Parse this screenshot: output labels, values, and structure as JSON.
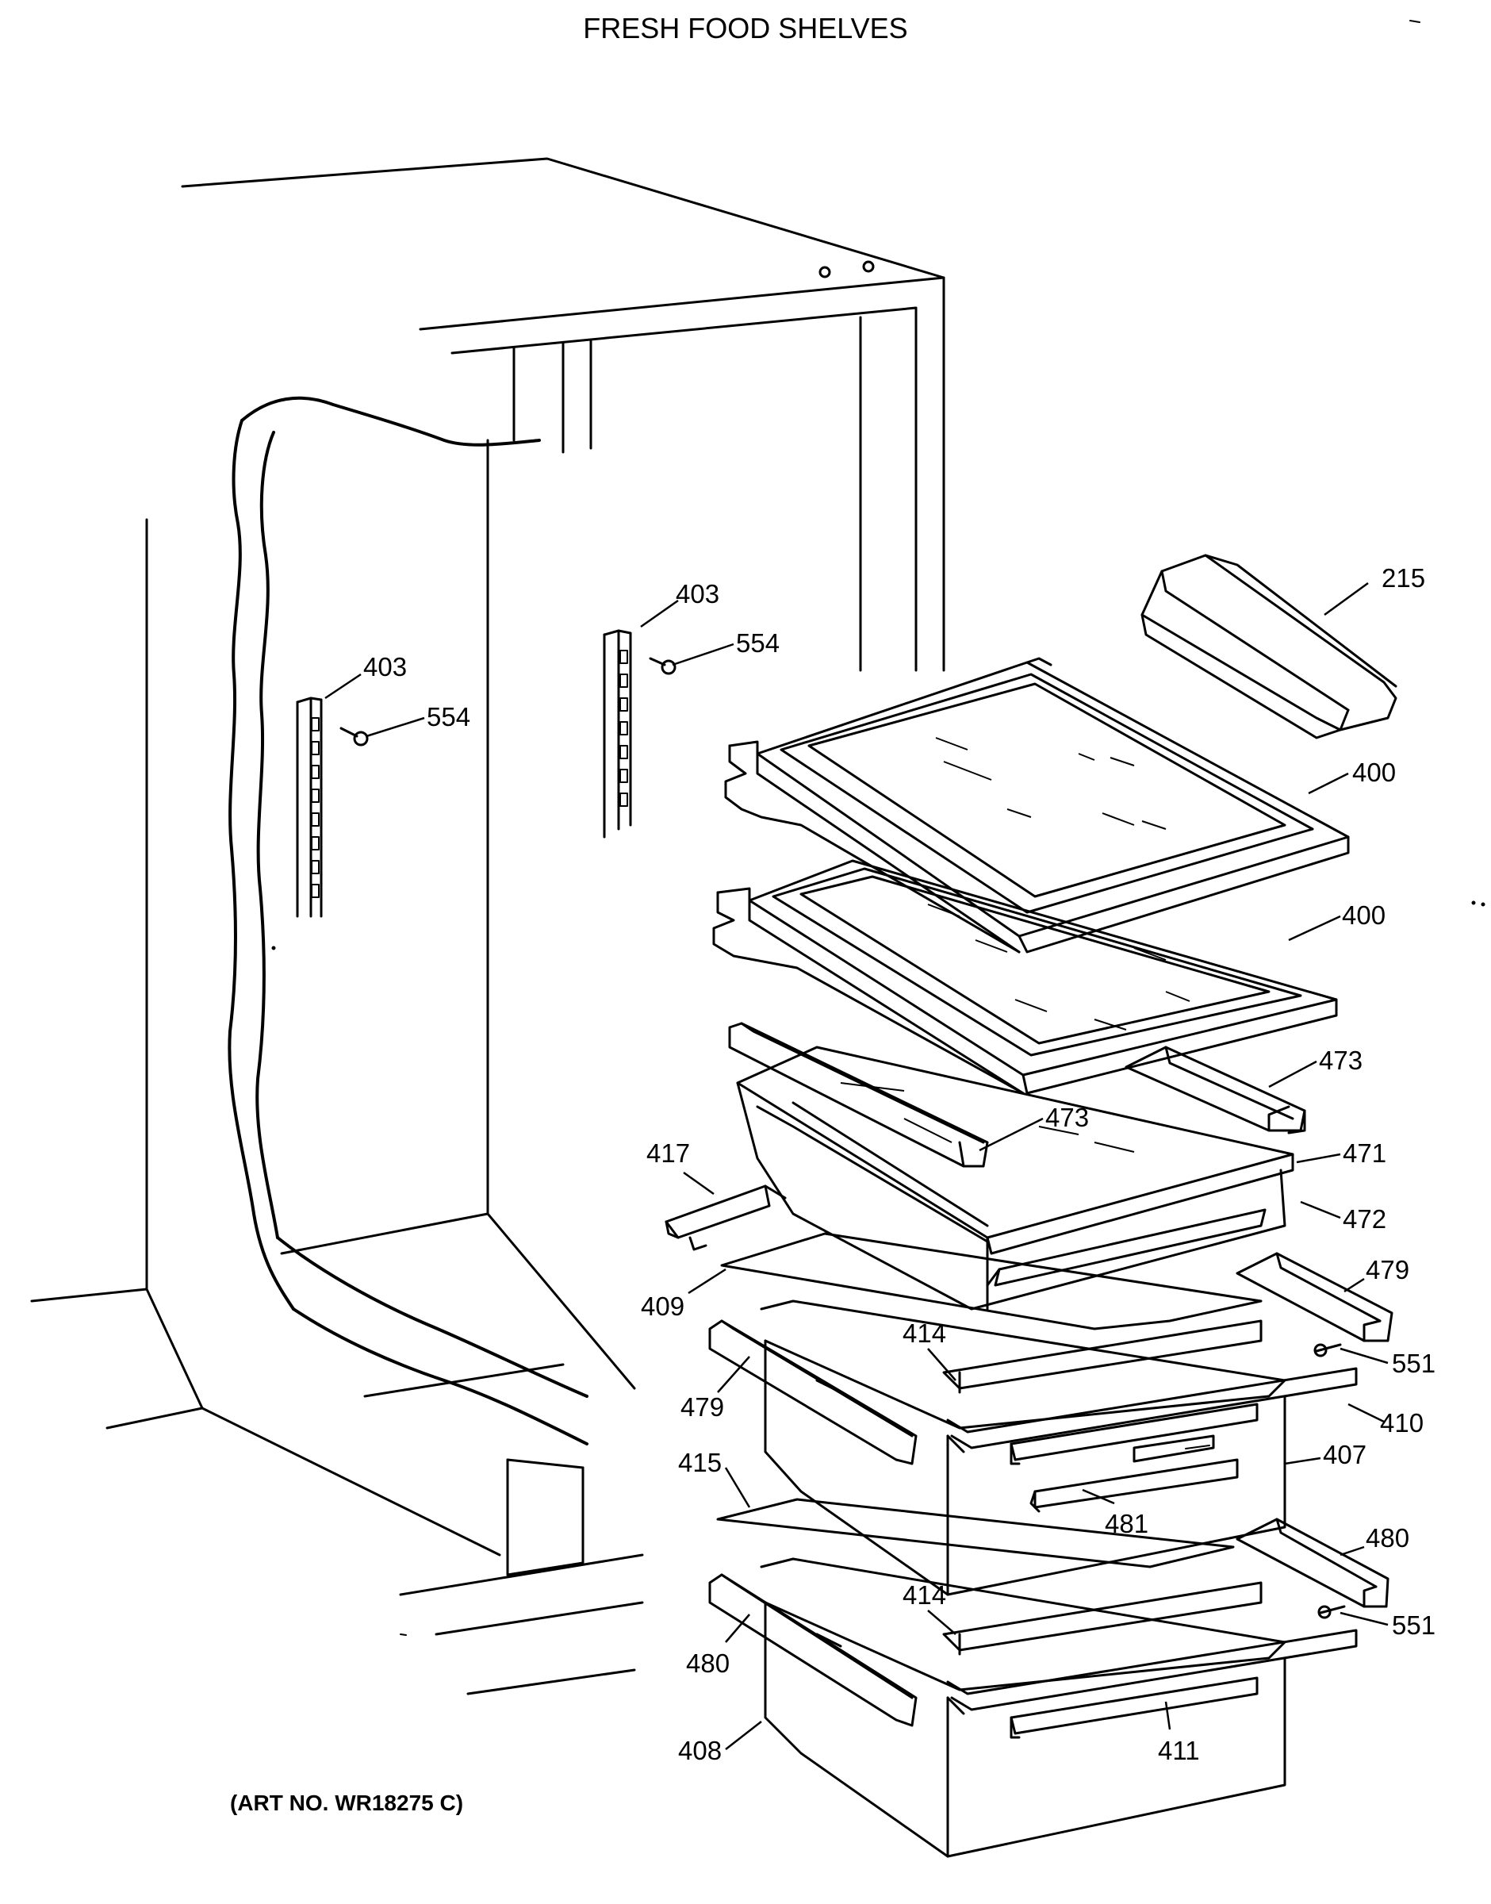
{
  "title": "FRESH FOOD SHELVES",
  "art_number": "(ART NO. WR18275 C)",
  "callouts": {
    "c215": "215",
    "c400a": "400",
    "c400b": "400",
    "c403a": "403",
    "c403b": "403",
    "c554a": "554",
    "c554b": "554",
    "c473a": "473",
    "c473b": "473",
    "c471": "471",
    "c472": "472",
    "c417": "417",
    "c409": "409",
    "c479a": "479",
    "c479b": "479",
    "c414a": "414",
    "c414b": "414",
    "c551a": "551",
    "c551b": "551",
    "c410": "410",
    "c407": "407",
    "c481": "481",
    "c415": "415",
    "c480a": "480",
    "c480b": "480",
    "c408": "408",
    "c411": "411"
  }
}
